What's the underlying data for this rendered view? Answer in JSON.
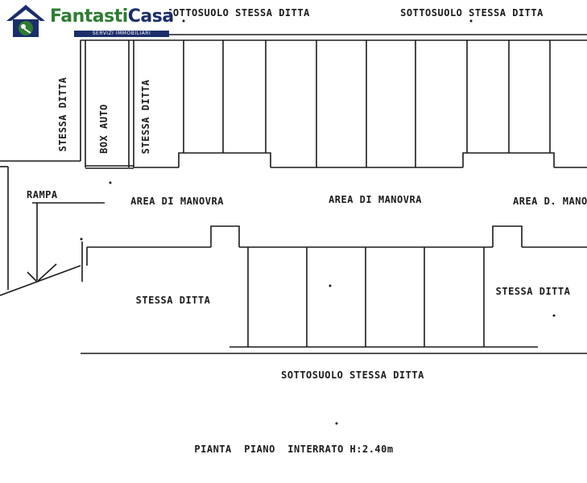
{
  "branding": {
    "name_part1": "Fantasti",
    "name_part2": "Casa",
    "tagline": "SERVIZI IMMOBILIARI",
    "colors": {
      "green": "#2e7d32",
      "navy": "#1b2e6b"
    }
  },
  "plan": {
    "labels": {
      "top_left": "SOTTOSUOLO STESSA DITTA",
      "top_right": "SOTTOSUOLO STESSA DITTA",
      "bottom": "SOTTOSUOLO STESSA DITTA",
      "left_stessa_1": "STESSA DITTA",
      "box_auto": "BOX AUTO",
      "left_stessa_2": "STESSA DITTA",
      "rampa": "RAMPA",
      "manovra_1": "AREA DI MANOVRA",
      "manovra_2": "AREA DI MANOVRA",
      "manovra_3": "AREA D. MANO",
      "stessa_bottom_left": "STESSA DITTA",
      "stessa_bottom_right": "STESSA DITTA"
    },
    "title": "PIANTA  PIANO  INTERRATO H:2.40m"
  }
}
